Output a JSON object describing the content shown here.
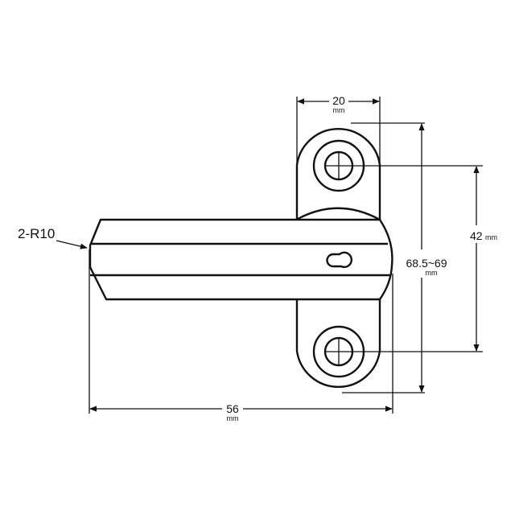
{
  "drawing": {
    "radius_label": "2-R10",
    "dimensions": {
      "plate_width": {
        "value": "20",
        "unit": "mm"
      },
      "overall_length": {
        "value": "56",
        "unit": "mm"
      },
      "plate_height": {
        "value": "68.5~69",
        "unit": "mm"
      },
      "hole_spacing": {
        "value": "42",
        "unit": "mm"
      }
    },
    "colors": {
      "line": "#111111",
      "background": "#ffffff"
    }
  }
}
